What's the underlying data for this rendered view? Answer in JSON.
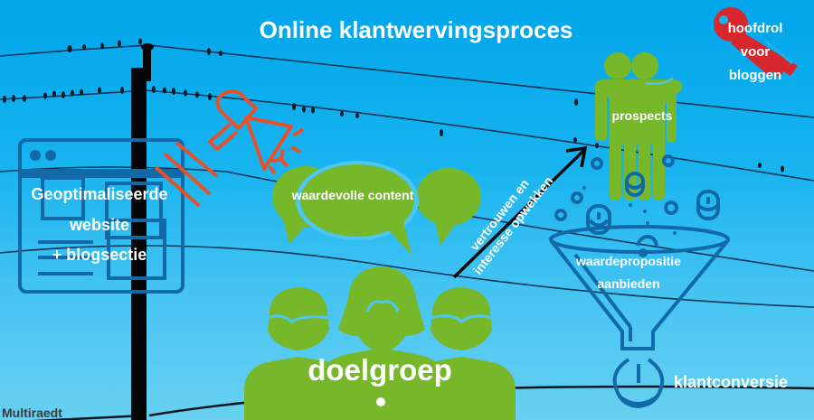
{
  "title": "Online klantwervingsproces",
  "key_note": {
    "lines": [
      "hoofdrol",
      "voor",
      "bloggen"
    ],
    "icon": "key-icon",
    "color": "#d7262c"
  },
  "website": {
    "lines": [
      "Geoptimaliseerde",
      "website",
      "+ blogsectie"
    ],
    "icon": "browser-window-icon",
    "color": "#1169a8"
  },
  "megaphone": {
    "icon": "megaphone-icon",
    "color": "#e5512b"
  },
  "content": {
    "label": "waardevolle content",
    "icon": "speech-bubbles-icon",
    "color": "#76b82a"
  },
  "arrow": {
    "lines": [
      "vertrouwen en",
      "interesse opwekken"
    ],
    "icon": "arrow-up-right-icon"
  },
  "prospects": {
    "label": "prospects",
    "icon": "two-people-icon",
    "color": "#76b82a"
  },
  "funnel": {
    "lines": [
      "waardepropositie",
      "aanbieden"
    ],
    "icon": "funnel-coins-icon",
    "color": "#1169a8"
  },
  "conversion": {
    "label": "klantconversie",
    "icon": "coin-icon"
  },
  "audience": {
    "label": "doelgroep",
    "icon": "group-people-icon",
    "color": "#76b82a"
  },
  "brand": "Multiraedt"
}
